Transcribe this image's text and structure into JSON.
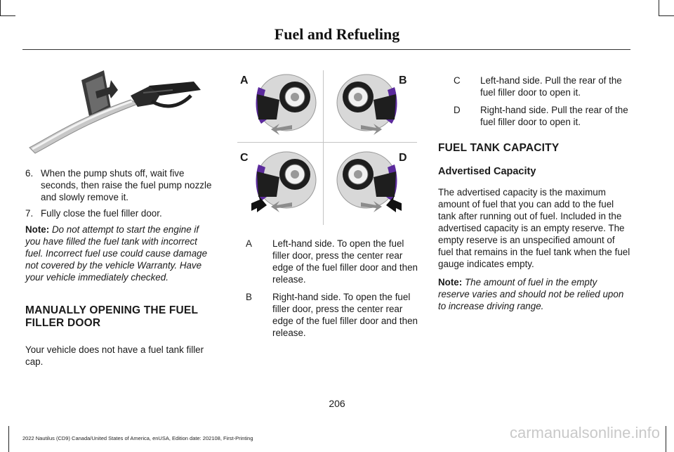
{
  "header": {
    "title": "Fuel and Refueling"
  },
  "left": {
    "steps": [
      {
        "num": "6.",
        "text": "When the pump shuts off, wait five seconds, then raise the fuel pump nozzle and slowly remove it."
      },
      {
        "num": "7.",
        "text": "Fully close the fuel filler door."
      }
    ],
    "note_label": "Note:",
    "note_text": " Do not attempt to start the engine if you have filled the fuel tank with incorrect fuel.  Incorrect fuel use could cause damage not covered by the vehicle Warranty.  Have your vehicle immediately checked.",
    "section_heading": "MANUALLY OPENING THE FUEL FILLER DOOR",
    "section_text": "Your vehicle does not have a fuel tank filler cap."
  },
  "figure": {
    "labels": [
      "A",
      "B",
      "C",
      "D"
    ]
  },
  "middle": {
    "callouts": [
      {
        "letter": "A",
        "text": "Left-hand side. To open the fuel filler door, press the center rear edge of the fuel filler door and then release."
      },
      {
        "letter": "B",
        "text": "Right-hand side. To open the fuel filler door, press the center rear edge of the fuel filler door and then release."
      }
    ]
  },
  "right": {
    "callouts": [
      {
        "letter": "C",
        "text": "Left-hand side. Pull the rear of the fuel filler door to open it."
      },
      {
        "letter": "D",
        "text": "Right-hand side. Pull the rear of the fuel filler door to open it."
      }
    ],
    "section_heading": "FUEL TANK CAPACITY",
    "sub_heading": "Advertised Capacity",
    "paragraph": "The advertised capacity is the maximum amount of fuel that you can add to the fuel tank after running out of fuel. Included in the advertised capacity is an empty reserve. The empty reserve is an unspecified amount of fuel that remains in the fuel tank when the fuel gauge indicates empty.",
    "note_label": "Note:",
    "note_text": " The amount of fuel in the empty reserve varies and should not be relied upon to increase driving range."
  },
  "page": {
    "number": "206"
  },
  "footer": {
    "text": "2022 Nautilus (CD9) Canada/United States of America, enUSA, Edition date: 202108, First-Printing"
  },
  "watermark": {
    "text": "carmanualsonline.info"
  }
}
